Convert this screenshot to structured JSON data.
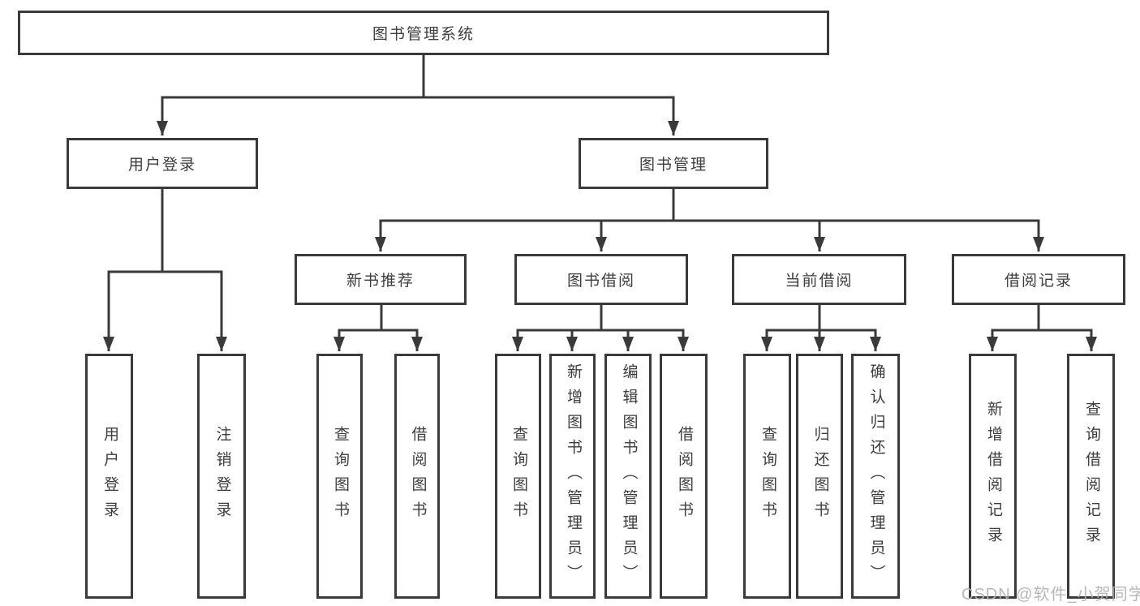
{
  "title": "图书管理系统",
  "tree": {
    "root": {
      "label": "图书管理系统",
      "children": [
        {
          "label": "用户登录",
          "children": [
            {
              "label": "用户登录"
            },
            {
              "label": "注销登录"
            }
          ]
        },
        {
          "label": "图书管理",
          "children": [
            {
              "label": "新书推荐",
              "children": [
                {
                  "label": "查询图书"
                },
                {
                  "label": "借阅图书"
                }
              ]
            },
            {
              "label": "图书借阅",
              "children": [
                {
                  "label": "查询图书"
                },
                {
                  "label": "新增图书（管理员）"
                },
                {
                  "label": "编辑图书（管理员）"
                },
                {
                  "label": "借阅图书"
                }
              ]
            },
            {
              "label": "当前借阅",
              "children": [
                {
                  "label": "查询图书"
                },
                {
                  "label": "归还图书"
                },
                {
                  "label": "确认归还（管理员）"
                }
              ]
            },
            {
              "label": "借阅记录",
              "children": [
                {
                  "label": "新增借阅记录"
                },
                {
                  "label": "查询借阅记录"
                }
              ]
            }
          ]
        }
      ]
    }
  },
  "watermark": {
    "text": "CSDN @软件_小贺同学"
  },
  "colors": {
    "line": "#3a3a3a",
    "text": "#3d3d3d",
    "watermark": "#b2b2b6",
    "background": "#ffffff"
  }
}
